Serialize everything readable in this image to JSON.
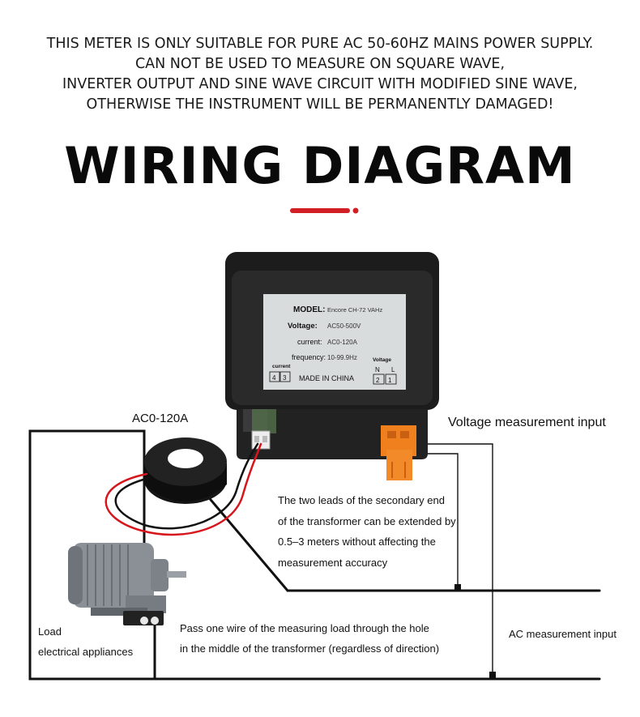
{
  "warning": {
    "lines": [
      "THIS METER IS ONLY SUITABLE FOR PURE AC 50-60HZ MAINS POWER SUPPLY.",
      "CAN NOT BE USED TO MEASURE ON SQUARE WAVE,",
      "INVERTER OUTPUT AND SINE WAVE CIRCUIT WITH MODIFIED SINE WAVE,",
      "OTHERWISE THE INSTRUMENT WILL BE PERMANENTLY DAMAGED!"
    ]
  },
  "title": "WIRING DIAGRAM",
  "colors": {
    "accent": "#d21f26",
    "terminal": "#f07f1d",
    "meter_body": "#1c1c1c",
    "wire_red": "#d6161c",
    "wire_black": "#111111",
    "motor": "#8a9096"
  },
  "meter": {
    "model_label": "MODEL:",
    "model_value": "Encore CH-72 VAHz",
    "voltage_label": "Voltage:",
    "voltage_value": "AC50-500V",
    "current_label": "current:",
    "current_value": "AC0-120A",
    "frequency_label": "frequency:",
    "frequency_value": "10-99.9Hz",
    "current_terminal_label": "current",
    "current_terminals": [
      "4",
      "3"
    ],
    "made_in": "MADE IN CHINA",
    "voltage_terminal_label": "Voltage",
    "voltage_pins": [
      "N",
      "L"
    ],
    "voltage_terminals": [
      "2",
      "1"
    ]
  },
  "labels": {
    "ct": "AC0-120A",
    "voltage_input": "Voltage measurement input",
    "transformer_note": [
      "The two leads of the secondary end",
      "of the transformer can be extended by",
      "0.5–3 meters without affecting the",
      "measurement accuracy"
    ],
    "load": "Load",
    "electrical": "electrical appliances",
    "instruction": [
      "Pass one wire of the measuring load through the hole",
      "in the middle of the transformer (regardless of direction)"
    ],
    "ac_input": "AC measurement input"
  }
}
